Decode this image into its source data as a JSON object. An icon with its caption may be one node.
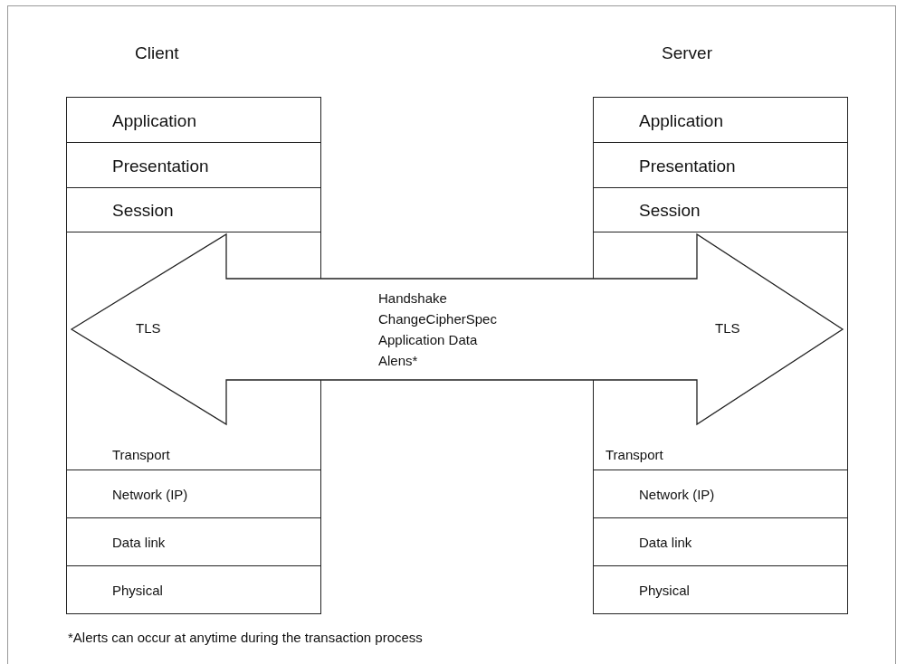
{
  "diagram": {
    "nodes": [
      {
        "text": [
          "Application"
        ]
      },
      {
        "text": [
          "Presentation"
        ]
      },
      {
        "text": [
          "Session"
        ]
      },
      {
        "text": [
          "Transport"
        ]
      },
      {
        "text": [
          "Network (IP)"
        ]
      },
      {
        "text": [
          "Data link"
        ]
      },
      {
        "text": [
          "Physical"
        ]
      },
      {
        "text": [
          "Application"
        ]
      },
      {
        "text": [
          "Presentation"
        ]
      },
      {
        "text": [
          "Session"
        ]
      },
      {
        "text": [
          "Transport"
        ]
      },
      {
        "text": [
          "Network (IP)"
        ]
      },
      {
        "text": [
          "Data link"
        ]
      },
      {
        "text": [
          "Physical"
        ]
      },
      {
        "text": [
          "TLS",
          "Handshake ChangeCipherSpec Application Data Alens*",
          "TLS"
        ]
      }
    ],
    "labels": [
      "Client",
      "Server",
      "*Alerts can occur at anytime during the transaction process"
    ]
  }
}
